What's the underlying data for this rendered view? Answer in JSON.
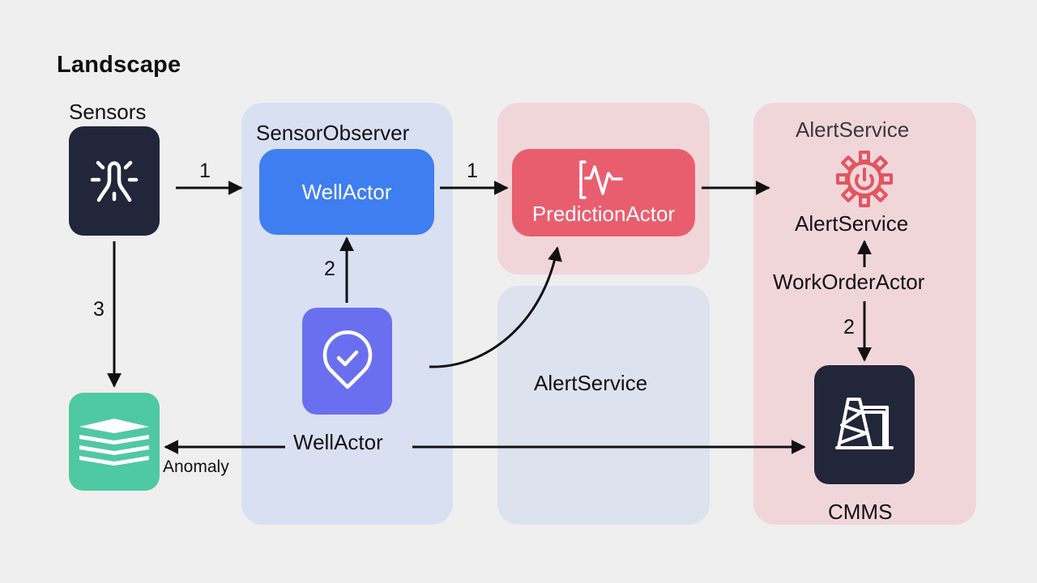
{
  "title": "Landscape",
  "colors": {
    "background": "#efefef",
    "panel_blue": "#d9e0f2",
    "panel_pink": "#f1d6d9",
    "panel_lavender": "#dde2ef",
    "dark_tile": "#22263a",
    "green_tile": "#4fc9a2",
    "wellactor_blue": "#3f7ef0",
    "indigo_tile": "#6a6ff0",
    "prediction_red": "#e95e6e",
    "alert_icon_red": "#e25560"
  },
  "nodes": {
    "sensors": {
      "label": "Sensors",
      "icon": "sensor-icon"
    },
    "anomaly_store": {
      "label": "Anomaly",
      "icon": "stacked-layers-icon"
    },
    "sensor_observer": {
      "panel_label": "SensorObserver",
      "node_label": "WellActor"
    },
    "well_actor_tile": {
      "label": "WellActor",
      "icon": "location-check-icon"
    },
    "prediction_actor": {
      "label": "PredictionActor",
      "icon": "pulse-bracket-icon"
    },
    "alert_service_middle": {
      "label": "AlertService"
    },
    "alert_service_panel": {
      "panel_label": "AlertService",
      "icon": "power-gear-icon",
      "node_label": "AlertService",
      "work_order_label": "WorkOrderActor",
      "cmms_label": "CMMS",
      "cmms_icon": "oil-derrick-icon"
    }
  },
  "edges": [
    {
      "from": "Sensors",
      "to": "WellActor",
      "label": "1"
    },
    {
      "from": "WellActor",
      "to": "PredictionActor",
      "label": "1"
    },
    {
      "from": "PredictionActor",
      "to": "AlertService",
      "label": ""
    },
    {
      "from": "WellActor (tile)",
      "to": "WellActor",
      "label": "2"
    },
    {
      "from": "WellActor (tile)",
      "to": "PredictionActor",
      "label": ""
    },
    {
      "from": "Sensors",
      "to": "Anomaly",
      "label": "3"
    },
    {
      "from": "WellActor",
      "to": "Anomaly",
      "label": ""
    },
    {
      "from": "WellActor",
      "to": "CMMS",
      "label": ""
    },
    {
      "from": "WorkOrderActor",
      "to": "AlertService",
      "label": ""
    },
    {
      "from": "WorkOrderActor",
      "to": "CMMS",
      "label": "2"
    }
  ],
  "edge_labels": {
    "sensors_to_wellactor": "1",
    "wellactor_to_prediction": "1",
    "tile_to_wellactor": "2",
    "sensors_to_anomaly": "3",
    "workorder_to_cmms": "2"
  }
}
